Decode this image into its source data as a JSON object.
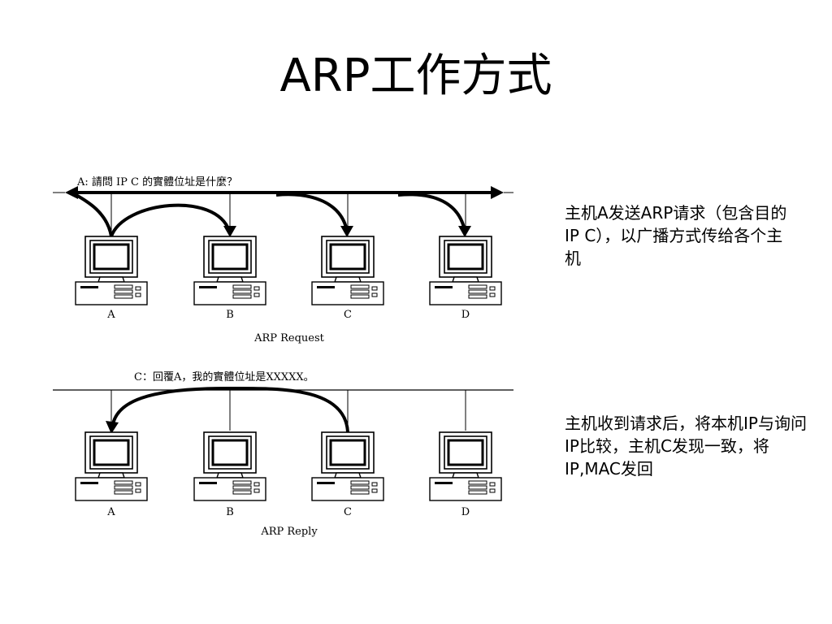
{
  "slide": {
    "title": "ARP工作方式"
  },
  "request_diagram": {
    "question": "A: 請問 IP C 的實體位址是什麼？",
    "caption": "ARP Request",
    "hosts": [
      "A",
      "B",
      "C",
      "D"
    ]
  },
  "reply_diagram": {
    "answer": "C：回覆A，我的實體位址是XXXXX。",
    "caption": "ARP Reply",
    "hosts": [
      "A",
      "B",
      "C",
      "D"
    ]
  },
  "notes": {
    "request": "主机A发送ARP请求（包含目的IP C），以广播方式传给各个主机",
    "reply": "主机收到请求后，将本机IP与询问IP比较，主机C发现一致，将IP,MAC发回"
  }
}
